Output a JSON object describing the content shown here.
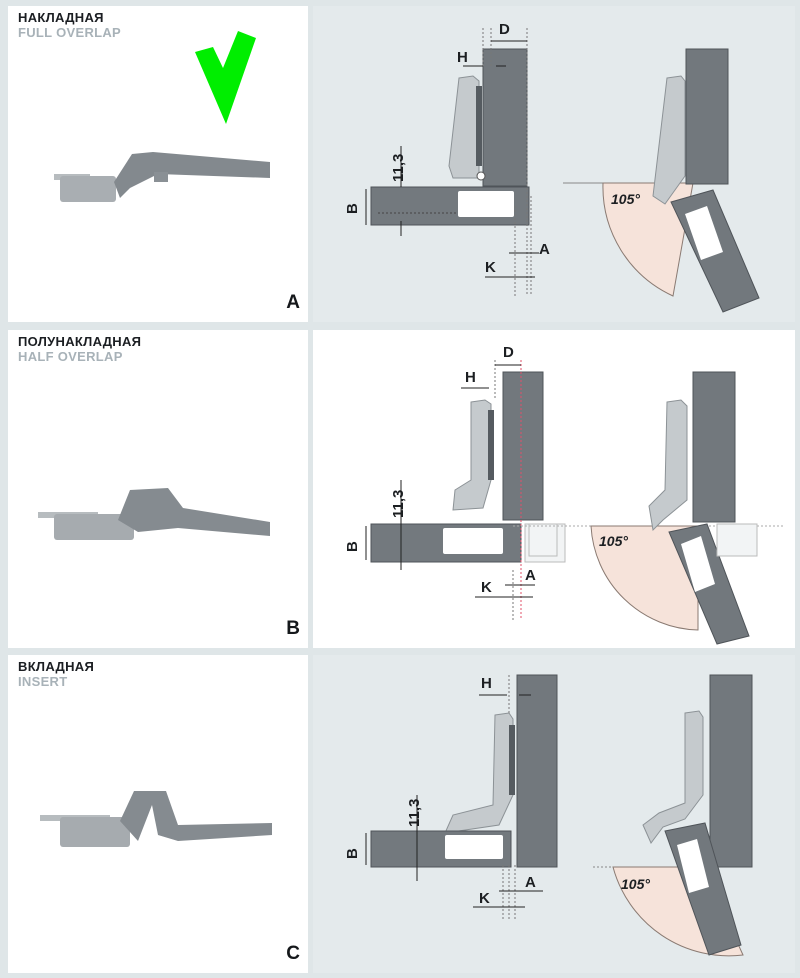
{
  "panels": [
    {
      "title_ru": "НАКЛАДНАЯ",
      "title_en": "FULL OVERLAP",
      "letter": "A",
      "labels": {
        "d": "D",
        "h": "H",
        "dim": "11,3",
        "b": "B",
        "a": "A",
        "k": "K",
        "angle": "105°"
      }
    },
    {
      "title_ru": "ПОЛУНАКЛАДНАЯ",
      "title_en": "HALF OVERLAP",
      "letter": "B",
      "labels": {
        "d": "D",
        "h": "H",
        "dim": "11,3",
        "b": "B",
        "a": "A",
        "k": "K",
        "angle": "105°"
      }
    },
    {
      "title_ru": "ВКЛАДНАЯ",
      "title_en": "INSERT",
      "letter": "C",
      "labels": {
        "h": "H",
        "dim": "11,3",
        "b": "B",
        "a": "A",
        "k": "K",
        "angle": "105°"
      }
    }
  ],
  "colors": {
    "checkmark": "#00ee00",
    "panel_dark": "#6e7378",
    "hinge_light": "#c8cdd0",
    "arc_fill": "#f6e3da",
    "red_line": "#e0506a"
  }
}
